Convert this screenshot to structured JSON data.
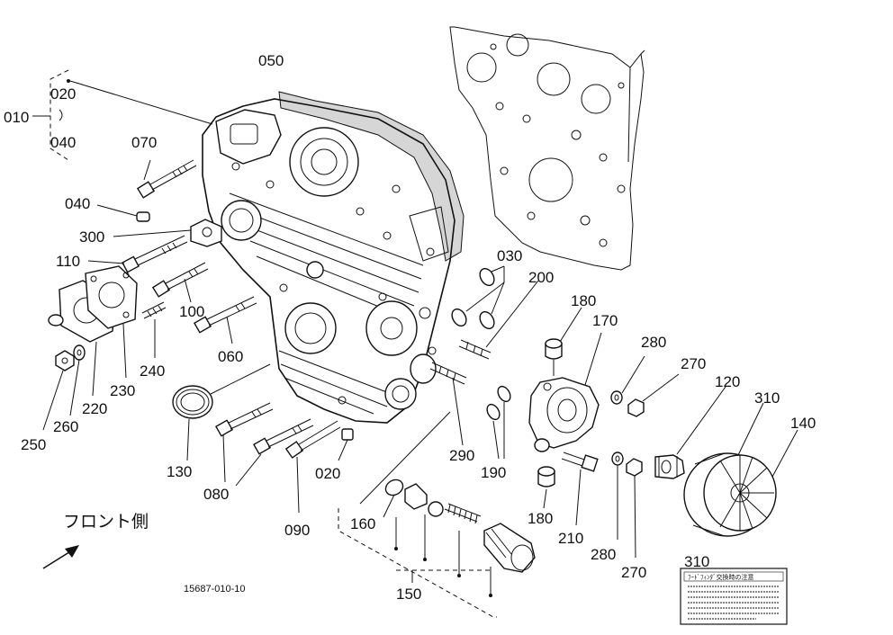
{
  "labels": {
    "l010": "010",
    "l020a": "020",
    "l040a": "040",
    "l050": "050",
    "l070": "070",
    "l040b": "040",
    "l300": "300",
    "l110": "110",
    "l100": "100",
    "l060": "060",
    "l240": "240",
    "l230": "230",
    "l220": "220",
    "l260": "260",
    "l250": "250",
    "l130": "130",
    "l080": "080",
    "l090": "090",
    "l020b": "020",
    "l030": "030",
    "l200": "200",
    "l180a": "180",
    "l170": "170",
    "l280a": "280",
    "l270a": "270",
    "l120": "120",
    "l310a": "310",
    "l140": "140",
    "l290": "290",
    "l190": "190",
    "l180b": "180",
    "l210": "210",
    "l280b": "280",
    "l270b": "270",
    "l160": "160",
    "l150": "150",
    "l310b": "310"
  },
  "front_side": "フロント側",
  "drawing_number": "15687-010-10",
  "card_title": "ﾌｰﾄﾞﾌｨﾝﾀﾞ交換時の注意"
}
